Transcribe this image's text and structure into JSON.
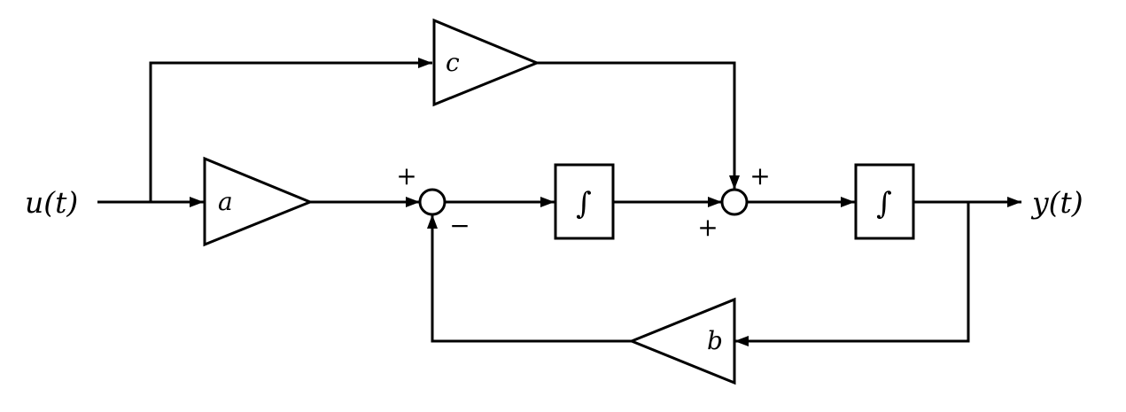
{
  "input_signal": "u(t)",
  "output_signal": "y(t)",
  "gains": {
    "a": "a",
    "b": "b",
    "c": "c"
  },
  "integrators": {
    "first": "∫",
    "second": "∫"
  },
  "summing_junction_1": {
    "top_sign": "+",
    "bottom_sign": "−"
  },
  "summing_junction_2": {
    "top_sign": "+",
    "bottom_sign": "+"
  }
}
